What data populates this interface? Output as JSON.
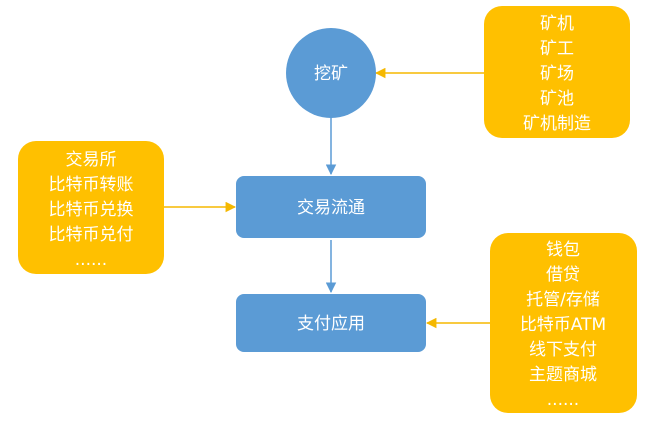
{
  "colors": {
    "blue": "#5b9bd5",
    "orange": "#ffc000",
    "white": "#ffffff",
    "text_dark": "#1f1f1f",
    "arrow_blue": "#5b9bd5",
    "arrow_orange": "#f5b800"
  },
  "nodes": {
    "mining": {
      "label": "挖矿"
    },
    "circulation": {
      "label": "交易流通"
    },
    "payment": {
      "label": "支付应用"
    }
  },
  "callouts": {
    "mining_items": {
      "lines": [
        "矿机",
        "矿工",
        "矿场",
        "矿池",
        "矿机制造"
      ]
    },
    "circulation_items": {
      "lines": [
        "交易所",
        "比特币转账",
        "比特币兑换",
        "比特币兑付",
        "......"
      ]
    },
    "payment_items": {
      "lines": [
        "钱包",
        "借贷",
        "托管/存储",
        "比特币ATM",
        "线下支付",
        "主题商城",
        "......"
      ]
    }
  }
}
